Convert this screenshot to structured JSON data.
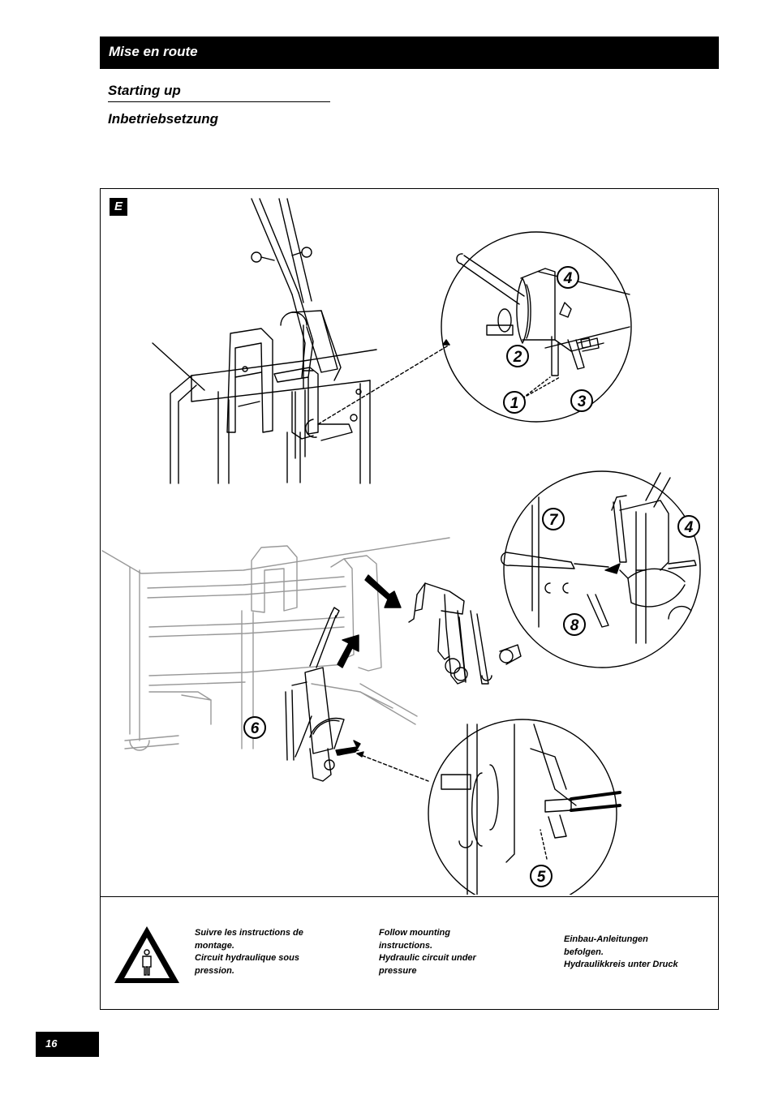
{
  "header": {
    "section_title": "Mise en route"
  },
  "subtitles": {
    "english": "Starting up",
    "german": "Inbetriebsetzung"
  },
  "figure": {
    "label": "E",
    "callouts": [
      "1",
      "2",
      "3",
      "4",
      "4",
      "5",
      "6",
      "7",
      "8"
    ]
  },
  "notes": {
    "french": [
      "Suivre les instructions de",
      "montage.",
      "Circuit hydraulique sous",
      "pression."
    ],
    "english": [
      "Follow mounting",
      "instructions.",
      "Hydraulic circuit under",
      "pressure"
    ],
    "german": [
      "Einbau-Anleitungen",
      "befolgen.",
      "Hydraulikkreis unter Druck"
    ]
  },
  "footer": {
    "page_number": "16"
  }
}
